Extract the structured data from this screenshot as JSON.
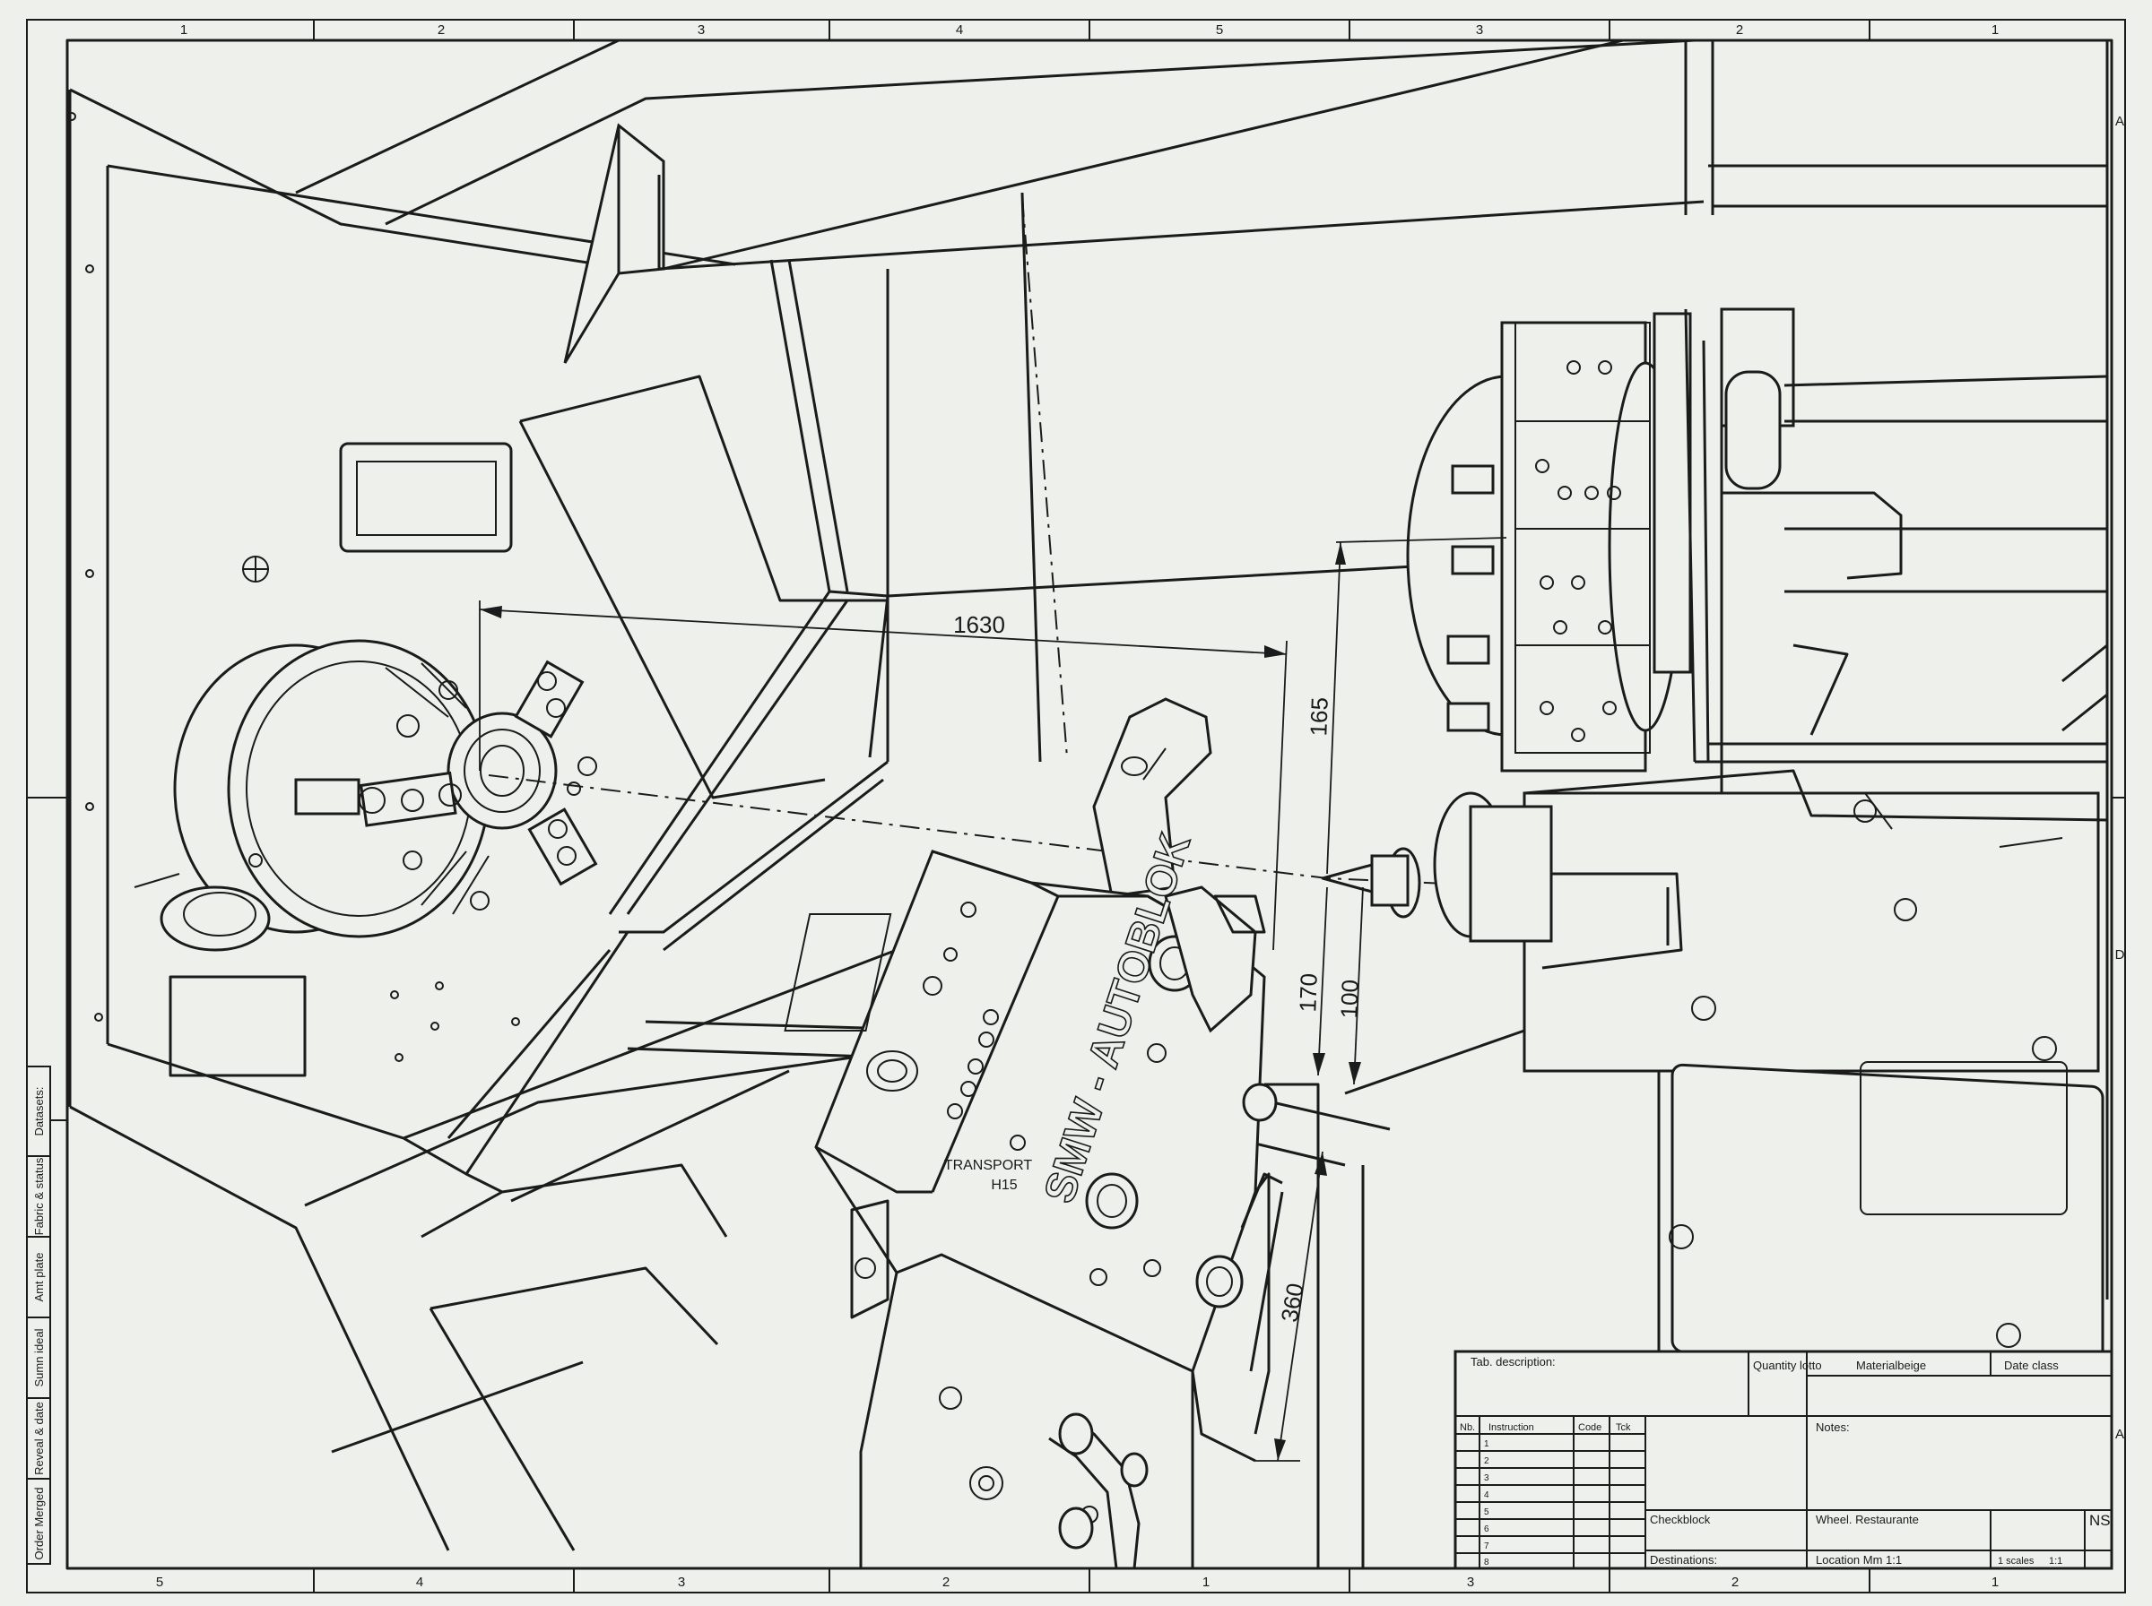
{
  "border_zones": {
    "top": [
      "1",
      "2",
      "3",
      "4",
      "5",
      "3",
      "2",
      "1"
    ],
    "bottom": [
      "5",
      "4",
      "3",
      "2",
      "1",
      "3",
      "2",
      "1"
    ],
    "right": [
      "A",
      "D",
      "A"
    ]
  },
  "dimensions": {
    "horizontal_1630": "1630",
    "vertical_165": "165",
    "vertical_170": "170",
    "vertical_100": "100",
    "vertical_360": "360"
  },
  "unit_marking": {
    "brand": "SMW - AUTOBLOK",
    "model_line_1": "TRANSPORT",
    "model_line_2": "H15"
  },
  "side_panel": {
    "labels": [
      "Datasets:",
      "Fabric & status",
      "Amt plate",
      "Sumn ideal",
      "Reveal & date",
      "Order Merged"
    ]
  },
  "title_block": {
    "tab_description": "Tab. description:",
    "quantity_header": "Quantity lotto",
    "material_header": "Materialbeige",
    "date_header": "Date class",
    "list_headers": [
      "Nb.",
      "Instruction",
      "Code",
      "Tck"
    ],
    "row_numbers": [
      "1",
      "2",
      "3",
      "4",
      "5",
      "6",
      "7",
      "8"
    ],
    "notes_label": "Notes:",
    "check_block": "Checkblock",
    "weight_label": "Wheel. Restaurante",
    "destinations": "Destinations:",
    "location": "Location Mm 1:1",
    "scale": "1 scales",
    "scale_value": "1:1",
    "sheet_code": "NS"
  }
}
